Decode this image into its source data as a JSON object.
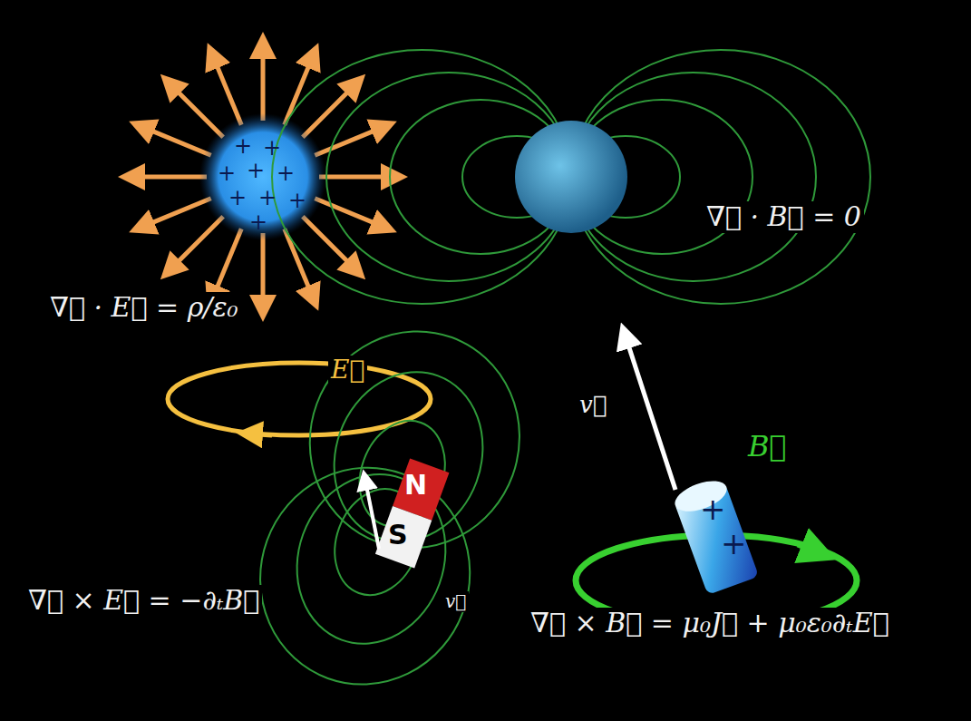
{
  "diagram": {
    "labels": [
      "∇⃗ · E⃗ = ρ/ε₀",
      "∇⃗ · B⃗ = 0",
      "∇⃗ × E⃗ = −∂ₜB⃗",
      "∇⃗ × B⃗ = μ₀J⃗ + μ₀ε₀∂ₜE⃗",
      "E⃗",
      "B⃗",
      "v⃗",
      "v⃗",
      "N",
      "S",
      "+",
      "+",
      "+",
      "+",
      "+",
      "+",
      "+",
      "+",
      "+",
      "+",
      "+"
    ]
  }
}
